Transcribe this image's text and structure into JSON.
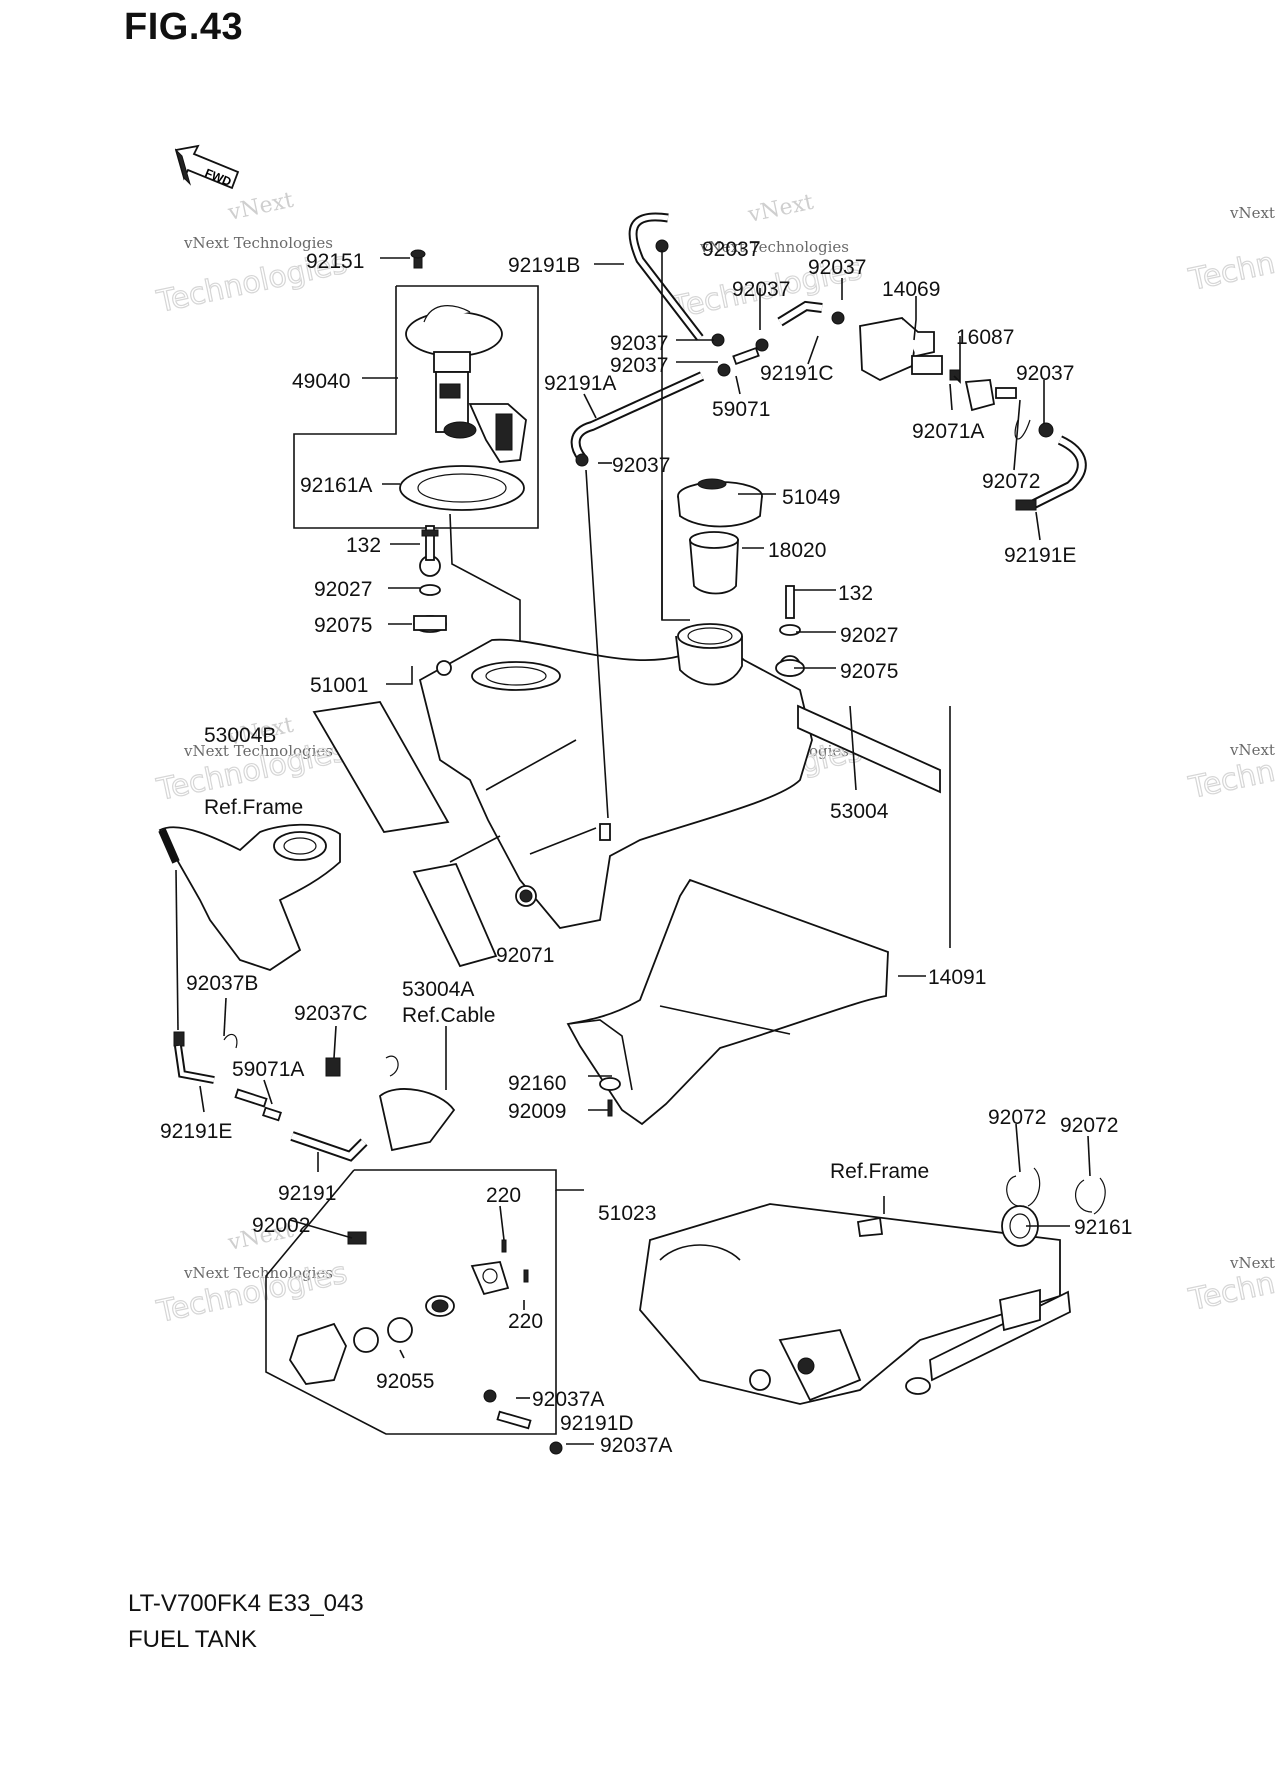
{
  "figure": {
    "title": "FIG.43",
    "model_code": "LT-V700FK4 E33_043",
    "name": "FUEL TANK",
    "direction_marker": "FWD"
  },
  "watermark": {
    "line1": "vNext",
    "line2": "vNext Technologies",
    "line3": "Technologies",
    "edge_line1": "vNext",
    "edge_line2": "Techn"
  },
  "parts": [
    {
      "id": "p_92151",
      "label": "92151"
    },
    {
      "id": "p_49040",
      "label": "49040"
    },
    {
      "id": "p_92161A",
      "label": "92161A"
    },
    {
      "id": "p_132_a",
      "label": "132"
    },
    {
      "id": "p_92027_a",
      "label": "92027"
    },
    {
      "id": "p_92075_a",
      "label": "92075"
    },
    {
      "id": "p_51001",
      "label": "51001"
    },
    {
      "id": "p_53004B",
      "label": "53004B"
    },
    {
      "id": "p_ref_frame_a",
      "label": "Ref.Frame"
    },
    {
      "id": "p_92191B",
      "label": "92191B"
    },
    {
      "id": "p_92037_a",
      "label": "92037"
    },
    {
      "id": "p_92037_b",
      "label": "92037"
    },
    {
      "id": "p_92037_c",
      "label": "92037"
    },
    {
      "id": "p_92037_d",
      "label": "92037"
    },
    {
      "id": "p_92037_e",
      "label": "92037"
    },
    {
      "id": "p_92191A",
      "label": "92191A"
    },
    {
      "id": "p_92191C",
      "label": "92191C"
    },
    {
      "id": "p_59071",
      "label": "59071"
    },
    {
      "id": "p_92037_f",
      "label": "92037"
    },
    {
      "id": "p_14069",
      "label": "14069"
    },
    {
      "id": "p_16087",
      "label": "16087"
    },
    {
      "id": "p_92037_g",
      "label": "92037"
    },
    {
      "id": "p_92071A",
      "label": "92071A"
    },
    {
      "id": "p_92072_a",
      "label": "92072"
    },
    {
      "id": "p_92191E_a",
      "label": "92191E"
    },
    {
      "id": "p_51049",
      "label": "51049"
    },
    {
      "id": "p_18020",
      "label": "18020"
    },
    {
      "id": "p_132_b",
      "label": "132"
    },
    {
      "id": "p_92027_b",
      "label": "92027"
    },
    {
      "id": "p_92075_b",
      "label": "92075"
    },
    {
      "id": "p_53004",
      "label": "53004"
    },
    {
      "id": "p_92071",
      "label": "92071"
    },
    {
      "id": "p_14091",
      "label": "14091"
    },
    {
      "id": "p_53004A",
      "label": "53004A"
    },
    {
      "id": "p_ref_cable",
      "label": "Ref.Cable"
    },
    {
      "id": "p_92037B",
      "label": "92037B"
    },
    {
      "id": "p_92037C",
      "label": "92037C"
    },
    {
      "id": "p_59071A",
      "label": "59071A"
    },
    {
      "id": "p_92191E_b",
      "label": "92191E"
    },
    {
      "id": "p_92191",
      "label": "92191"
    },
    {
      "id": "p_92160",
      "label": "92160"
    },
    {
      "id": "p_92009",
      "label": "92009"
    },
    {
      "id": "p_92002",
      "label": "92002"
    },
    {
      "id": "p_220_a",
      "label": "220"
    },
    {
      "id": "p_220_b",
      "label": "220"
    },
    {
      "id": "p_51023",
      "label": "51023"
    },
    {
      "id": "p_92055",
      "label": "92055"
    },
    {
      "id": "p_92037A_a",
      "label": "92037A"
    },
    {
      "id": "p_92191D",
      "label": "92191D"
    },
    {
      "id": "p_92037A_b",
      "label": "92037A"
    },
    {
      "id": "p_ref_frame_b",
      "label": "Ref.Frame"
    },
    {
      "id": "p_92072_b",
      "label": "92072"
    },
    {
      "id": "p_92072_c",
      "label": "92072"
    },
    {
      "id": "p_92161",
      "label": "92161"
    }
  ]
}
